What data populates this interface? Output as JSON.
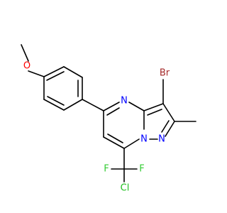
{
  "molecule": {
    "colors": {
      "carbon": "#000000",
      "nitrogen": "#0000ff",
      "oxygen": "#ff0000",
      "bromine": "#a52a2a",
      "fluorine": "#33cc33",
      "chlorine": "#1fbf1f"
    },
    "atoms": {
      "o": "O",
      "n4": "N",
      "n_bridge": "N",
      "n1": "N",
      "br": "Br",
      "f_left": "F",
      "f_right": "F",
      "cl": "Cl"
    }
  }
}
